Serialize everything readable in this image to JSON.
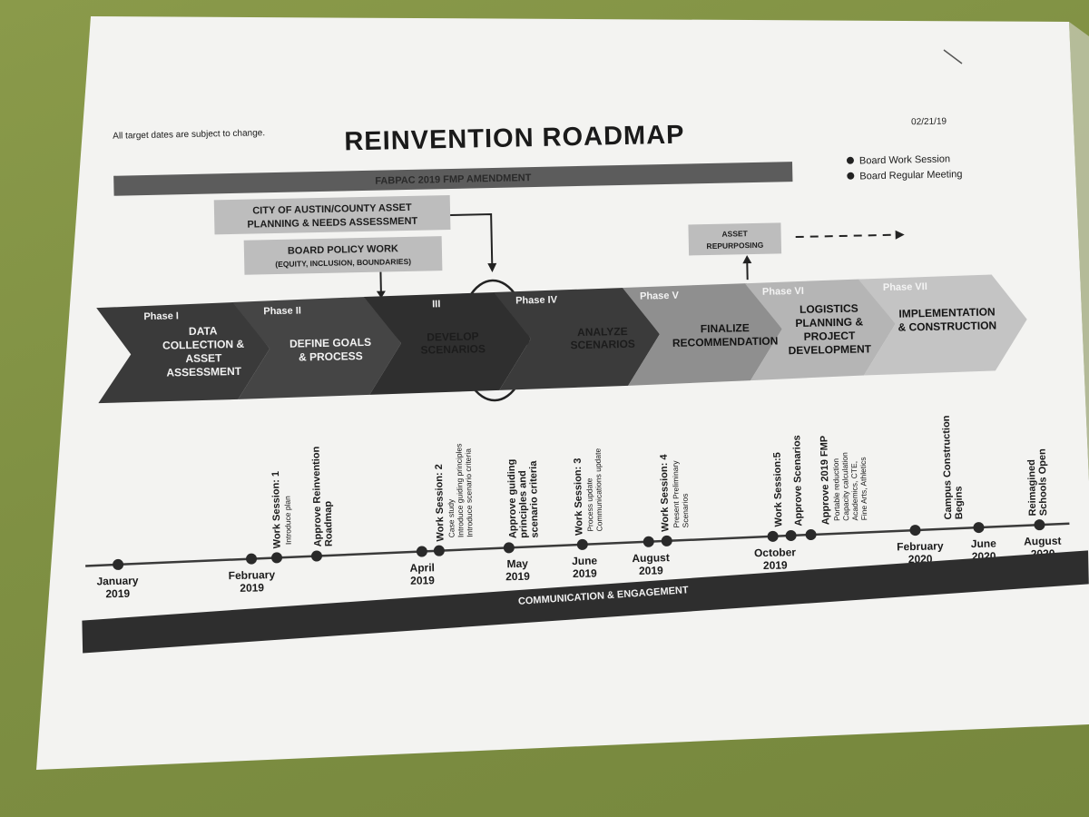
{
  "header": {
    "note": "All target dates are subject to change.",
    "title": "REINVENTION ROADMAP",
    "date": "02/21/19"
  },
  "legend": [
    "Board Work Session",
    "Board Regular Meeting"
  ],
  "top_band": "FABPAC 2019 FMP AMENDMENT",
  "boxes": {
    "city": [
      "CITY OF AUSTIN/COUNTY ASSET",
      "PLANNING & NEEDS ASSESSMENT"
    ],
    "policy": [
      "BOARD POLICY WORK",
      "(EQUITY, INCLUSION, BOUNDARIES)"
    ],
    "asset": [
      "ASSET",
      "REPURPOSING"
    ]
  },
  "phases": [
    {
      "name": "Phase I",
      "title": [
        "DATA",
        "COLLECTION &",
        "ASSET",
        "ASSESSMENT"
      ]
    },
    {
      "name": "Phase II",
      "title": [
        "DEFINE GOALS",
        "& PROCESS"
      ]
    },
    {
      "name": "III",
      "title": [
        "DEVELOP",
        "SCENARIOS"
      ]
    },
    {
      "name": "Phase IV",
      "title": [
        "ANALYZE",
        "SCENARIOS"
      ]
    },
    {
      "name": "Phase V",
      "title": [
        "FINALIZE",
        "RECOMMENDATION"
      ]
    },
    {
      "name": "Phase VI",
      "title": [
        "LOGISTICS",
        "PLANNING &",
        "PROJECT",
        "DEVELOPMENT"
      ]
    },
    {
      "name": "Phase VII",
      "title": [
        "IMPLEMENTATION",
        "& CONSTRUCTION"
      ]
    }
  ],
  "events": [
    {
      "lines": [
        "Work Session: 1"
      ],
      "subs": [
        "Introduce plan"
      ]
    },
    {
      "lines": [
        "Approve Reinvention",
        "Roadmap"
      ],
      "subs": []
    },
    {
      "lines": [
        "Work Session: 2"
      ],
      "subs": [
        "Case study",
        "Introduce guiding principles",
        "Introduce scenario criteria"
      ]
    },
    {
      "lines": [
        "Approve guiding",
        "principles and",
        "scenario criteria"
      ],
      "subs": []
    },
    {
      "lines": [
        "Work Session: 3"
      ],
      "subs": [
        "Process update",
        "Communications update"
      ]
    },
    {
      "lines": [
        "Work Session: 4"
      ],
      "subs": [
        "Present Preliminary",
        "Scenarios"
      ]
    },
    {
      "lines": [
        "Work Session:5"
      ],
      "subs": []
    },
    {
      "lines": [
        "Approve Scenarios"
      ],
      "subs": []
    },
    {
      "lines": [
        "Approve 2019 FMP"
      ],
      "subs": [
        "Portable reduction",
        "Capacity calculation",
        "Academics, CTE,",
        "Fine Arts, Athletics"
      ]
    },
    {
      "lines": [
        "Campus Construction",
        "Begins"
      ],
      "subs": []
    },
    {
      "lines": [
        "Reimagined",
        "Schools Open"
      ],
      "subs": []
    }
  ],
  "months": [
    [
      "January",
      "2019"
    ],
    [
      "February",
      "2019"
    ],
    [
      "April",
      "2019"
    ],
    [
      "May",
      "2019"
    ],
    [
      "June",
      "2019"
    ],
    [
      "August",
      "2019"
    ],
    [
      "October",
      "2019"
    ],
    [
      "February",
      "2020"
    ],
    [
      "June",
      "2020"
    ],
    [
      "August",
      "2020"
    ]
  ],
  "bottom_band": "COMMUNICATION & ENGAGEMENT"
}
